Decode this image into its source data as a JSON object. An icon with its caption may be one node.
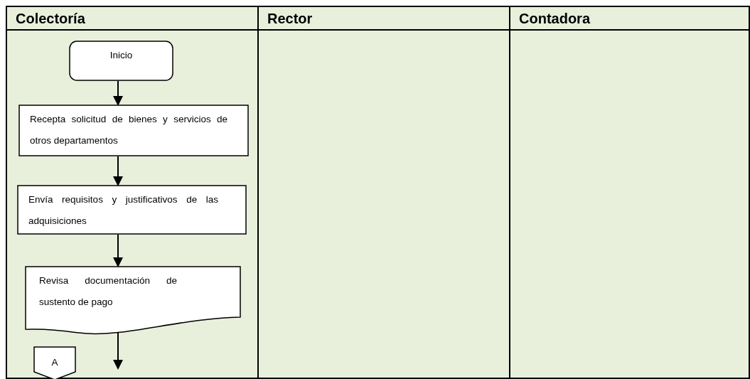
{
  "diagram": {
    "nodes": [
      {
        "text": [
          "Colectoría"
        ]
      },
      {
        "text": [
          "Rector"
        ]
      },
      {
        "text": [
          "Contadora"
        ]
      },
      {
        "text": [
          "Inicio"
        ],
        "in": 0
      },
      {
        "text": [
          "Recepta solicitud de bienes y servicios de otros departamentos"
        ],
        "in": 0
      },
      {
        "text": [
          "Envía requisitos y justificativos de las adquisiciones"
        ],
        "in": 0
      },
      {
        "text": [
          "Revisa documentación de sustento de pago"
        ],
        "in": 0
      },
      {
        "text": [
          "A"
        ],
        "in": 0
      }
    ],
    "edges": [
      {
        "from": 3,
        "to": 4,
        "arrow": "to"
      },
      {
        "from": 4,
        "to": 5,
        "arrow": "to"
      },
      {
        "from": 5,
        "to": 6,
        "arrow": "to"
      },
      {
        "from": 6,
        "to": null,
        "arrow": "to"
      }
    ]
  }
}
